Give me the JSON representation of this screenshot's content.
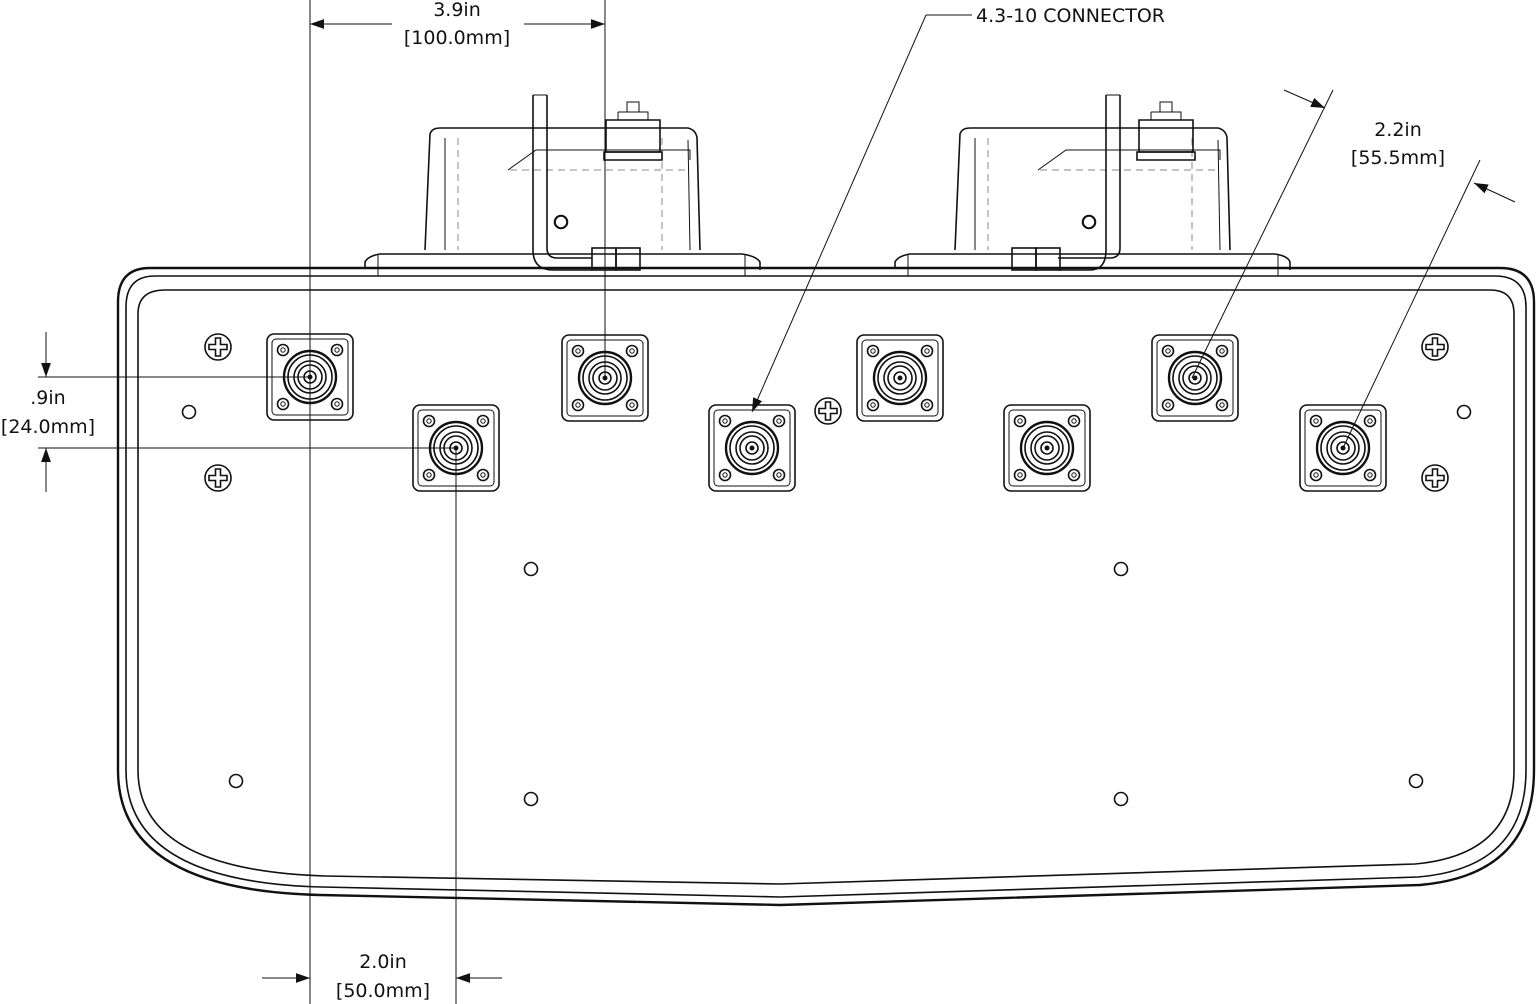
{
  "dimensions": {
    "top_width": {
      "imperial": "3.9in",
      "metric": "[100.0mm]"
    },
    "connector_callout": "4.3-10 CONNECTOR",
    "right_spacing": {
      "imperial": "2.2in",
      "metric": "[55.5mm]"
    },
    "left_vertical": {
      "imperial": ".9in",
      "metric": "[24.0mm]"
    },
    "bottom_spacing": {
      "imperial": "2.0in",
      "metric": "[50.0mm]"
    }
  }
}
